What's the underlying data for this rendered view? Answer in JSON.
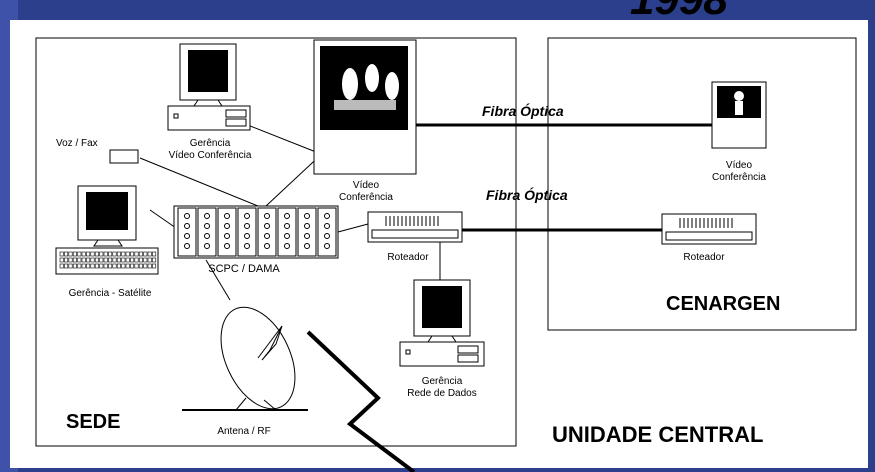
{
  "header": {
    "title_fragment": "1998"
  },
  "labels": {
    "sede": "SEDE",
    "cenargen": "CENARGEN",
    "unidade_central": "UNIDADE CENTRAL",
    "fibra_optica_1": "Fibra Óptica",
    "fibra_optica_2": "Fibra Óptica",
    "voz_fax": "Voz / Fax",
    "gerencia_video_l1": "Gerência",
    "gerencia_video_l2": "Vídeo Conferência",
    "video_conf_l1": "Vídeo",
    "video_conf_l2": "Conferência",
    "cenargen_video_l1": "Vídeo",
    "cenargen_video_l2": "Conferência",
    "scpc_dama": "SCPC / DAMA",
    "roteador": "Roteador",
    "cenargen_roteador": "Roteador",
    "gerencia_satelite": "Gerência - Satélite",
    "gerencia_rede_l1": "Gerência",
    "gerencia_rede_l2": "Rede de Dados",
    "antena_rf": "Antena / RF"
  },
  "colors": {
    "background": "#2b3f8c",
    "slide": "#ffffff",
    "ink": "#000000"
  }
}
